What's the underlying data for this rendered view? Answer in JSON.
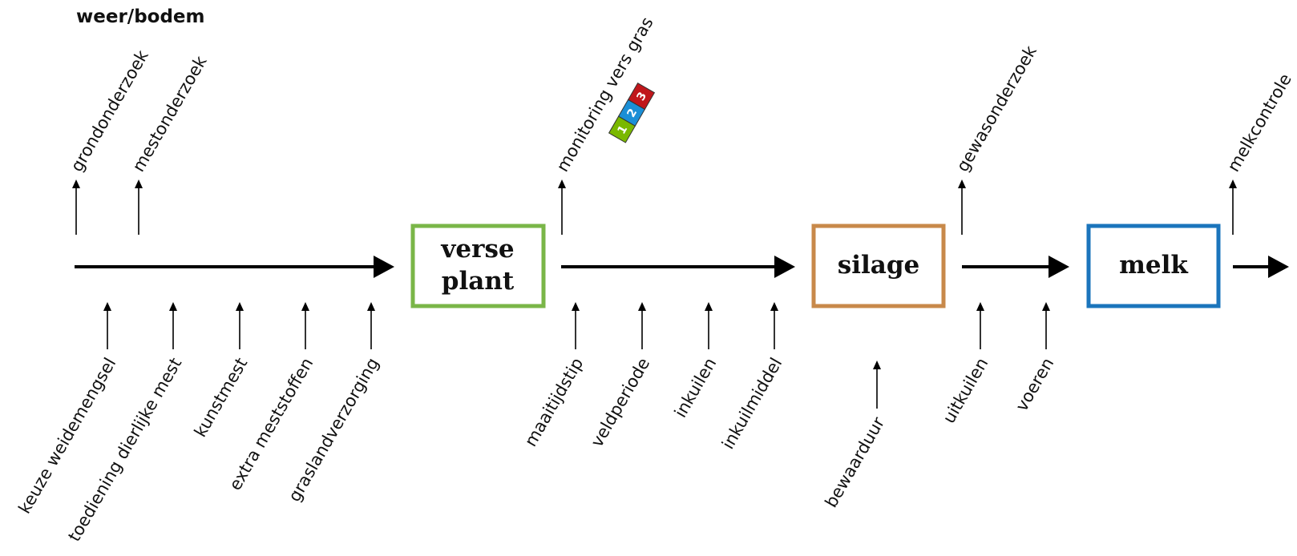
{
  "header": {
    "title": "weer/bodem"
  },
  "boxes": {
    "verse_plant": {
      "line1": "verse",
      "line2": "plant",
      "color": "#7ab648"
    },
    "silage": {
      "label": "silage",
      "color": "#c8894a"
    },
    "melk": {
      "label": "melk",
      "color": "#1b75bc"
    }
  },
  "top_labels": {
    "grondonderzoek": "grondonderzoek",
    "mestonderzoek": "mestonderzoek",
    "monitoring": "monitoring vers gras",
    "gewasonderzoek": "gewasonderzoek",
    "melkcontrole": "melkcontrole"
  },
  "bottom_labels": {
    "keuze_weidemengsel": "keuze weidemengsel",
    "toediening": "toediening dierlijke mest",
    "kunstmest": "kunstmest",
    "extra_meststoffen": "extra meststoffen",
    "graslandverzorging": "graslandverzorging",
    "maaitijdstip": "maaitijdstip",
    "veldperiode": "veldperiode",
    "inkuilen": "inkuilen",
    "inkuilmiddel": "inkuilmiddel",
    "bewaarduur": "bewaarduur",
    "uitkuilen": "uitkuilen",
    "voeren": "voeren"
  },
  "badges": [
    {
      "text": "1",
      "color": "#7ab800"
    },
    {
      "text": "2",
      "color": "#1b8fd6"
    },
    {
      "text": "3",
      "color": "#c0161b"
    }
  ]
}
